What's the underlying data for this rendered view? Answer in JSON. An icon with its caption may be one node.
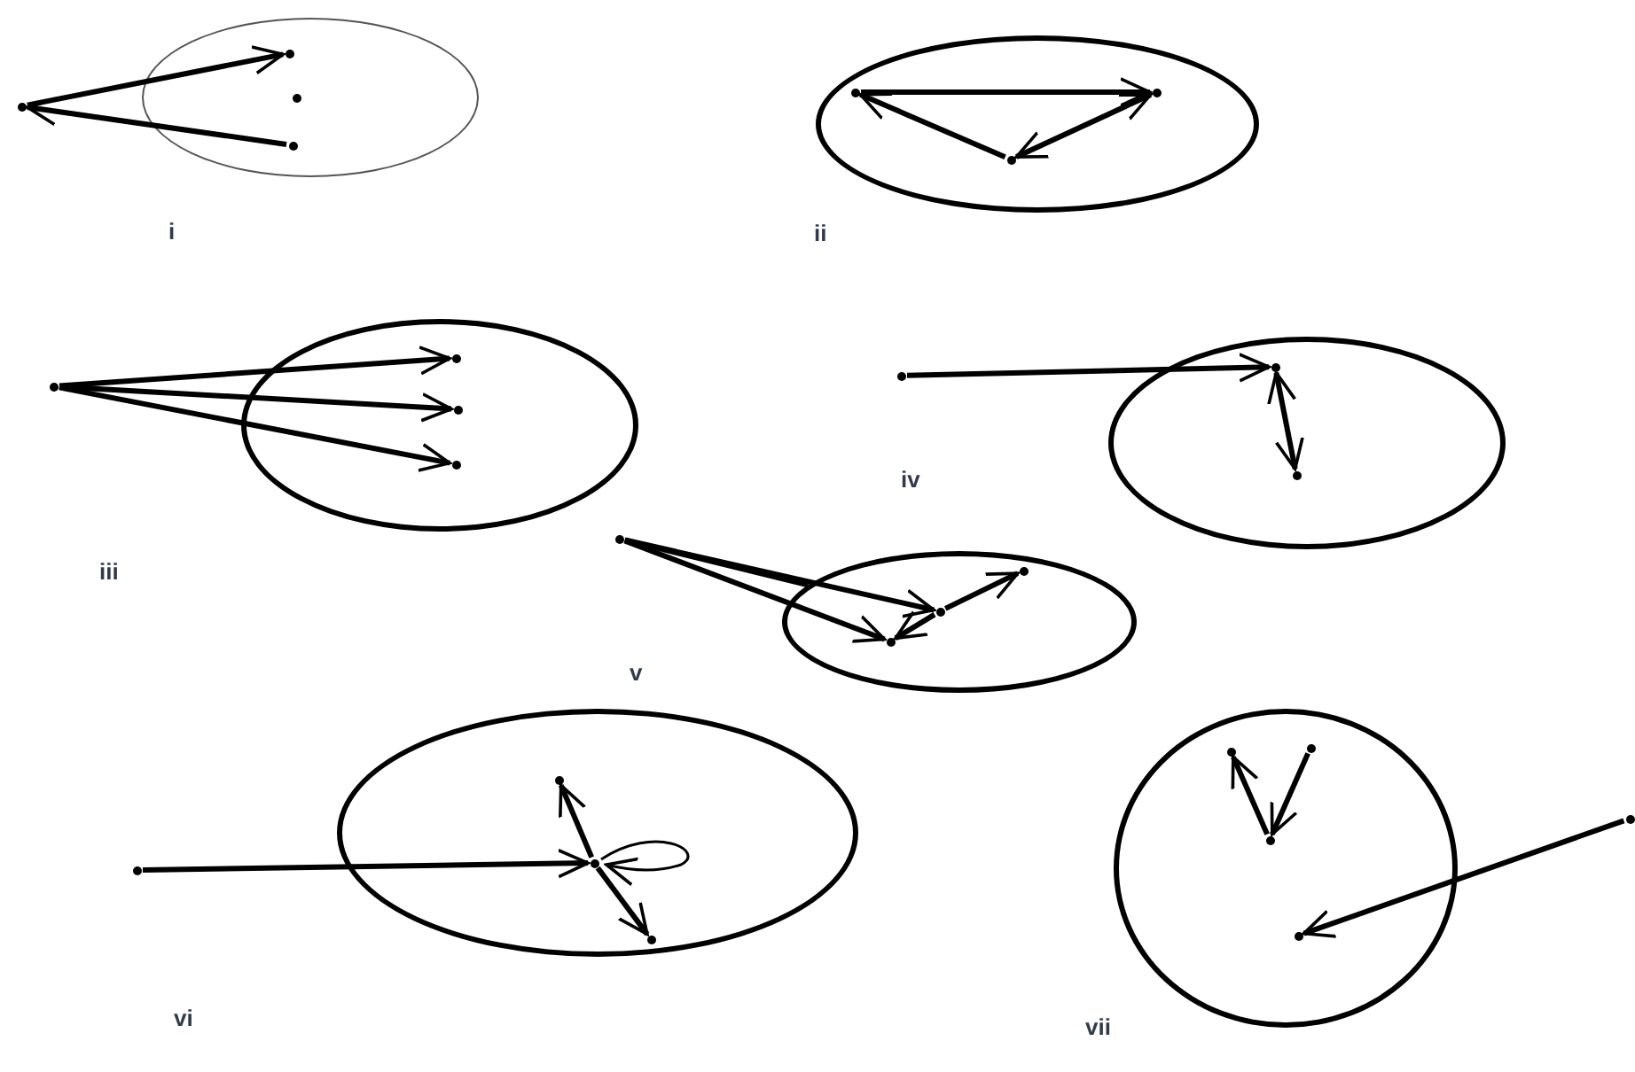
{
  "diagram": {
    "nodes": [
      {
        "text": [],
        "shape": "ellipse"
      },
      {
        "text": [],
        "shape": "dot"
      },
      {
        "text": [],
        "shape": "dot",
        "in": 0
      },
      {
        "text": [],
        "shape": "dot",
        "in": 0
      },
      {
        "text": [],
        "shape": "dot",
        "in": 0
      },
      {
        "text": [],
        "shape": "ellipse"
      },
      {
        "text": [],
        "shape": "dot",
        "in": 5
      },
      {
        "text": [],
        "shape": "dot",
        "in": 5
      },
      {
        "text": [],
        "shape": "dot",
        "in": 5
      },
      {
        "text": [],
        "shape": "dot"
      },
      {
        "text": [],
        "shape": "ellipse"
      },
      {
        "text": [],
        "shape": "dot",
        "in": 10
      },
      {
        "text": [],
        "shape": "dot",
        "in": 10
      },
      {
        "text": [],
        "shape": "dot",
        "in": 10
      },
      {
        "text": [],
        "shape": "dot"
      },
      {
        "text": [],
        "shape": "ellipse"
      },
      {
        "text": [],
        "shape": "dot",
        "in": 15
      },
      {
        "text": [],
        "shape": "dot",
        "in": 15
      },
      {
        "text": [],
        "shape": "dot"
      },
      {
        "text": [],
        "shape": "ellipse"
      },
      {
        "text": [],
        "shape": "dot",
        "in": 19
      },
      {
        "text": [],
        "shape": "dot",
        "in": 19
      },
      {
        "text": [],
        "shape": "dot",
        "in": 19
      },
      {
        "text": [],
        "shape": "dot"
      },
      {
        "text": [],
        "shape": "ellipse"
      },
      {
        "text": [],
        "shape": "dot",
        "in": 24
      },
      {
        "text": [],
        "shape": "dot",
        "in": 24
      },
      {
        "text": [],
        "shape": "dot",
        "in": 24
      },
      {
        "text": [],
        "shape": "ellipse"
      },
      {
        "text": [],
        "shape": "dot",
        "in": 28
      },
      {
        "text": [],
        "shape": "dot",
        "in": 28
      },
      {
        "text": [],
        "shape": "dot",
        "in": 28
      },
      {
        "text": [],
        "shape": "dot",
        "in": 28
      },
      {
        "text": [],
        "shape": "dot"
      }
    ],
    "edges": [
      {
        "from": 1,
        "to": 2,
        "arrow": "to"
      },
      {
        "from": 4,
        "to": 1,
        "arrow": "to"
      },
      {
        "from": 6,
        "to": 7,
        "arrow": "to"
      },
      {
        "from": 8,
        "to": 6,
        "arrow": "to"
      },
      {
        "from": 7,
        "to": 8,
        "arrow": "both"
      },
      {
        "from": 9,
        "to": 11,
        "arrow": "to"
      },
      {
        "from": 9,
        "to": 12,
        "arrow": "to"
      },
      {
        "from": 9,
        "to": 13,
        "arrow": "to"
      },
      {
        "from": 14,
        "to": 16,
        "arrow": "to"
      },
      {
        "from": 16,
        "to": 17,
        "arrow": "both"
      },
      {
        "from": 18,
        "to": 19,
        "arrow": "none"
      },
      {
        "from": 18,
        "to": 21,
        "arrow": "to"
      },
      {
        "from": 18,
        "to": 22,
        "arrow": "to"
      },
      {
        "from": 21,
        "to": 20,
        "arrow": "to"
      },
      {
        "from": 21,
        "to": 22,
        "arrow": "to"
      },
      {
        "from": 23,
        "to": 26,
        "arrow": "to"
      },
      {
        "from": 26,
        "to": 25,
        "arrow": "to"
      },
      {
        "from": 26,
        "to": 27,
        "arrow": "to"
      },
      {
        "from": 26,
        "to": 26,
        "arrow": "to"
      },
      {
        "from": 31,
        "to": 29,
        "arrow": "to"
      },
      {
        "from": 30,
        "to": 31,
        "arrow": "to"
      },
      {
        "from": 33,
        "to": 32,
        "arrow": "to"
      }
    ],
    "labels": [
      "i",
      "ii",
      "iii",
      "iv",
      "v",
      "vi",
      "vii"
    ]
  }
}
